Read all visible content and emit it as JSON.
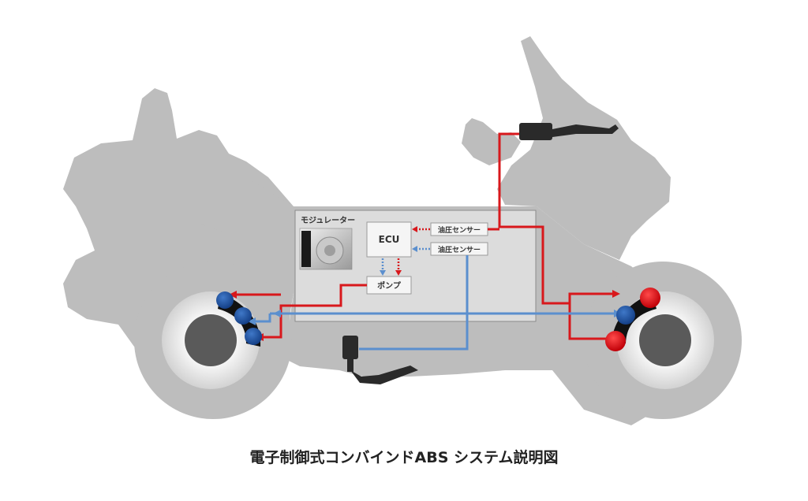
{
  "diagram": {
    "module_title": "モジュレーター",
    "ecu_label": "ECU",
    "pump_label": "ポンプ",
    "sensor_top_label": "油圧センサー",
    "sensor_bottom_label": "油圧センサー",
    "caption": "電子制御式コンバインドABS システム説明図"
  },
  "colors": {
    "silhouette": "#bdbdbd",
    "red_line": "#d8181c",
    "blue_line": "#5b8fce",
    "piston_blue": "#1f55a8",
    "piston_red": "#e0141c",
    "module_bg": "#dcdcdc"
  }
}
